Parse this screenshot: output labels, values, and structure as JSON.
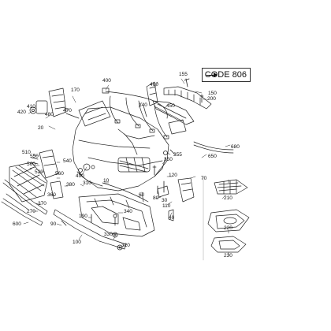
{
  "code_label": "CODE 806",
  "callouts": [
    {
      "id": "c-400",
      "text": "400"
    },
    {
      "id": "c-155",
      "text": "155"
    },
    {
      "id": "c-460",
      "text": "460"
    },
    {
      "id": "c-170",
      "text": "170"
    },
    {
      "id": "c-150",
      "text": "150"
    },
    {
      "id": "c-200",
      "text": "200"
    },
    {
      "id": "c-410",
      "text": "410"
    },
    {
      "id": "c-420",
      "text": "420"
    },
    {
      "id": "c-480",
      "text": "480"
    },
    {
      "id": "c-470",
      "text": "470"
    },
    {
      "id": "c-140",
      "text": "140"
    },
    {
      "id": "c-450",
      "text": "450"
    },
    {
      "id": "c-20",
      "text": "20"
    },
    {
      "id": "c-680",
      "text": "680"
    },
    {
      "id": "c-355",
      "text": "355"
    },
    {
      "id": "c-510",
      "text": "510"
    },
    {
      "id": "c-550",
      "text": "550"
    },
    {
      "id": "c-560a",
      "text": "560"
    },
    {
      "id": "c-520",
      "text": "520"
    },
    {
      "id": "c-540",
      "text": "540"
    },
    {
      "id": "c-490",
      "text": "490"
    },
    {
      "id": "c-650",
      "text": "650"
    },
    {
      "id": "c-350",
      "text": "350"
    },
    {
      "id": "c-560b",
      "text": "560"
    },
    {
      "id": "c-120",
      "text": "120"
    },
    {
      "id": "c-70",
      "text": "70"
    },
    {
      "id": "c-380",
      "text": "380"
    },
    {
      "id": "c-310",
      "text": "310"
    },
    {
      "id": "c-10",
      "text": "10"
    },
    {
      "id": "c-360",
      "text": "360"
    },
    {
      "id": "c-370",
      "text": "370"
    },
    {
      "id": "c-270",
      "text": "270"
    },
    {
      "id": "c-60",
      "text": "60"
    },
    {
      "id": "c-110",
      "text": "110"
    },
    {
      "id": "c-80",
      "text": "80"
    },
    {
      "id": "c-30",
      "text": "30"
    },
    {
      "id": "c-210",
      "text": "210"
    },
    {
      "id": "c-190",
      "text": "190"
    },
    {
      "id": "c-340",
      "text": "340"
    },
    {
      "id": "c-40",
      "text": "40"
    },
    {
      "id": "c-90",
      "text": "90"
    },
    {
      "id": "c-600",
      "text": "600"
    },
    {
      "id": "c-220",
      "text": "220"
    },
    {
      "id": "c-330",
      "text": "330"
    },
    {
      "id": "c-100",
      "text": "100"
    },
    {
      "id": "c-320",
      "text": "320"
    },
    {
      "id": "c-230",
      "text": "230"
    }
  ]
}
